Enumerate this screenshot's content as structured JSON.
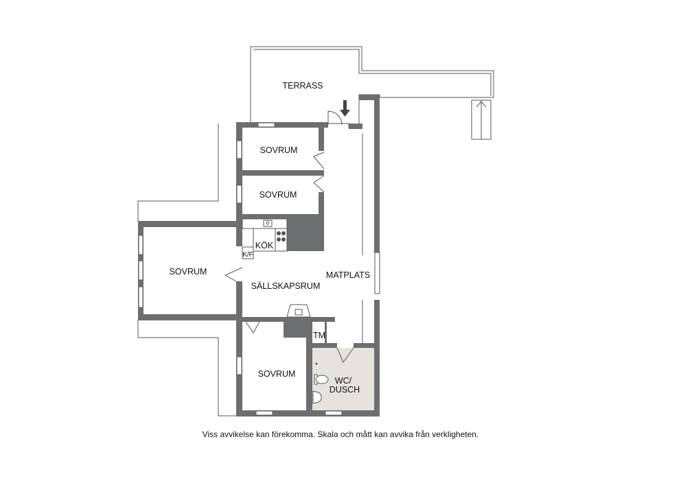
{
  "rooms": {
    "terrass": "TERRASS",
    "sovrum_1": "SOVRUM",
    "sovrum_2": "SOVRUM",
    "sovrum_3": "SOVRUM",
    "sovrum_4": "SOVRUM",
    "kok": "KÖK",
    "kf": "K/F",
    "sallskapsrum": "SÄLLSKAPSRUM",
    "matplats": "MATPLATS",
    "tm": "TM",
    "wc_line1": "WC/",
    "wc_line2": "DUSCH"
  },
  "disclaimer": "Viss avvikelse kan förekomma. Skala och mått kan avvika från verkligheten.",
  "colors": {
    "wall": "#6d6e70",
    "wet_room": "#e6e2dd",
    "outline": "#555555"
  }
}
